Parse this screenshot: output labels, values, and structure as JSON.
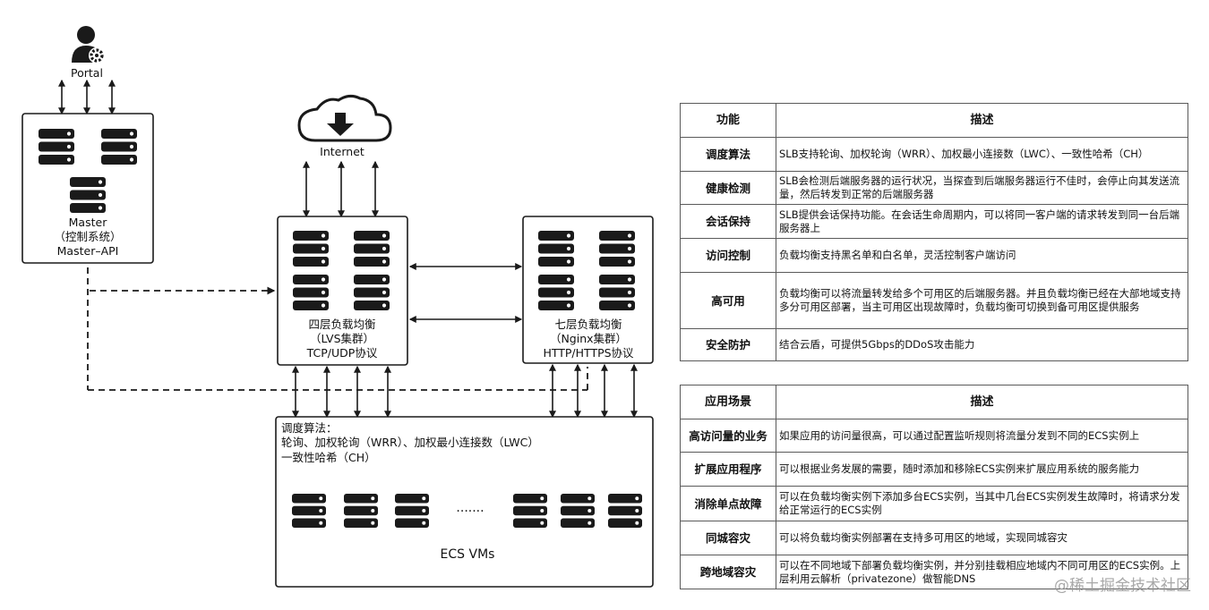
{
  "diagram": {
    "portal": "Portal",
    "internet": "Internet",
    "master": {
      "l1": "Master",
      "l2": "（控制系统）",
      "l3": "Master–API"
    },
    "l4": {
      "l1": "四层负载均衡",
      "l2": "（LVS集群）",
      "l3": "TCP/UDP协议"
    },
    "l7": {
      "l1": "七层负载均衡",
      "l2": "（Nginx集群）",
      "l3": "HTTP/HTTPS协议"
    },
    "ecs": {
      "algo_title": "调度算法：",
      "algo_line1": "轮询、加权轮询（WRR）、加权最小连接数（LWC）",
      "algo_line2": "一致性哈希（CH）",
      "dots": "·······",
      "label": "ECS VMs"
    }
  },
  "features_table": {
    "headers": [
      "功能",
      "描述"
    ],
    "rows": [
      {
        "key": "调度算法",
        "desc": "SLB支持轮询、加权轮询（WRR）、加权最小连接数（LWC）、一致性哈希（CH）"
      },
      {
        "key": "健康检测",
        "desc": "SLB会检测后端服务器的运行状况，当探查到后端服务器运行不佳时，会停止向其发送流量，然后转发到正常的后端服务器"
      },
      {
        "key": "会话保持",
        "desc": "SLB提供会话保持功能。在会话生命周期内，可以将同一客户端的请求转发到同一台后端服务器上"
      },
      {
        "key": "访问控制",
        "desc": "负载均衡支持黑名单和白名单，灵活控制客户端访问"
      },
      {
        "key": "高可用",
        "desc": "负载均衡可以将流量转发给多个可用区的后端服务器。并且负载均衡已经在大部地域支持多分可用区部署，当主可用区出现故障时，负载均衡可切换到备可用区提供服务"
      },
      {
        "key": "安全防护",
        "desc": "结合云盾，可提供5Gbps的DDoS攻击能力"
      }
    ]
  },
  "scenarios_table": {
    "headers": [
      "应用场景",
      "描述"
    ],
    "rows": [
      {
        "key": "高访问量的业务",
        "desc": "如果应用的访问量很高，可以通过配置监听规则将流量分发到不同的ECS实例上"
      },
      {
        "key": "扩展应用程序",
        "desc": "可以根据业务发展的需要，随时添加和移除ECS实例来扩展应用系统的服务能力"
      },
      {
        "key": "消除单点故障",
        "desc": "可以在负载均衡实例下添加多台ECS实例，当其中几台ECS实例发生故障时，将请求分发给正常运行的ECS实例"
      },
      {
        "key": "同城容灾",
        "desc": "可以将负载均衡实例部署在支持多可用区的地域，实现同城容灾"
      },
      {
        "key": "跨地域容灾",
        "desc": "可以在不同地域下部署负载均衡实例，并分别挂载相应地域内不同可用区的ECS实例。上层利用云解析（privatezone）做智能DNS"
      }
    ]
  },
  "watermark": "@稀土掘金技术社区",
  "colors": {
    "ink": "#1a1a1a",
    "line": "#333333",
    "border": "#5a5a5a"
  },
  "icons": [
    "user-gear-icon",
    "cloud-download-icon",
    "server-icon"
  ]
}
